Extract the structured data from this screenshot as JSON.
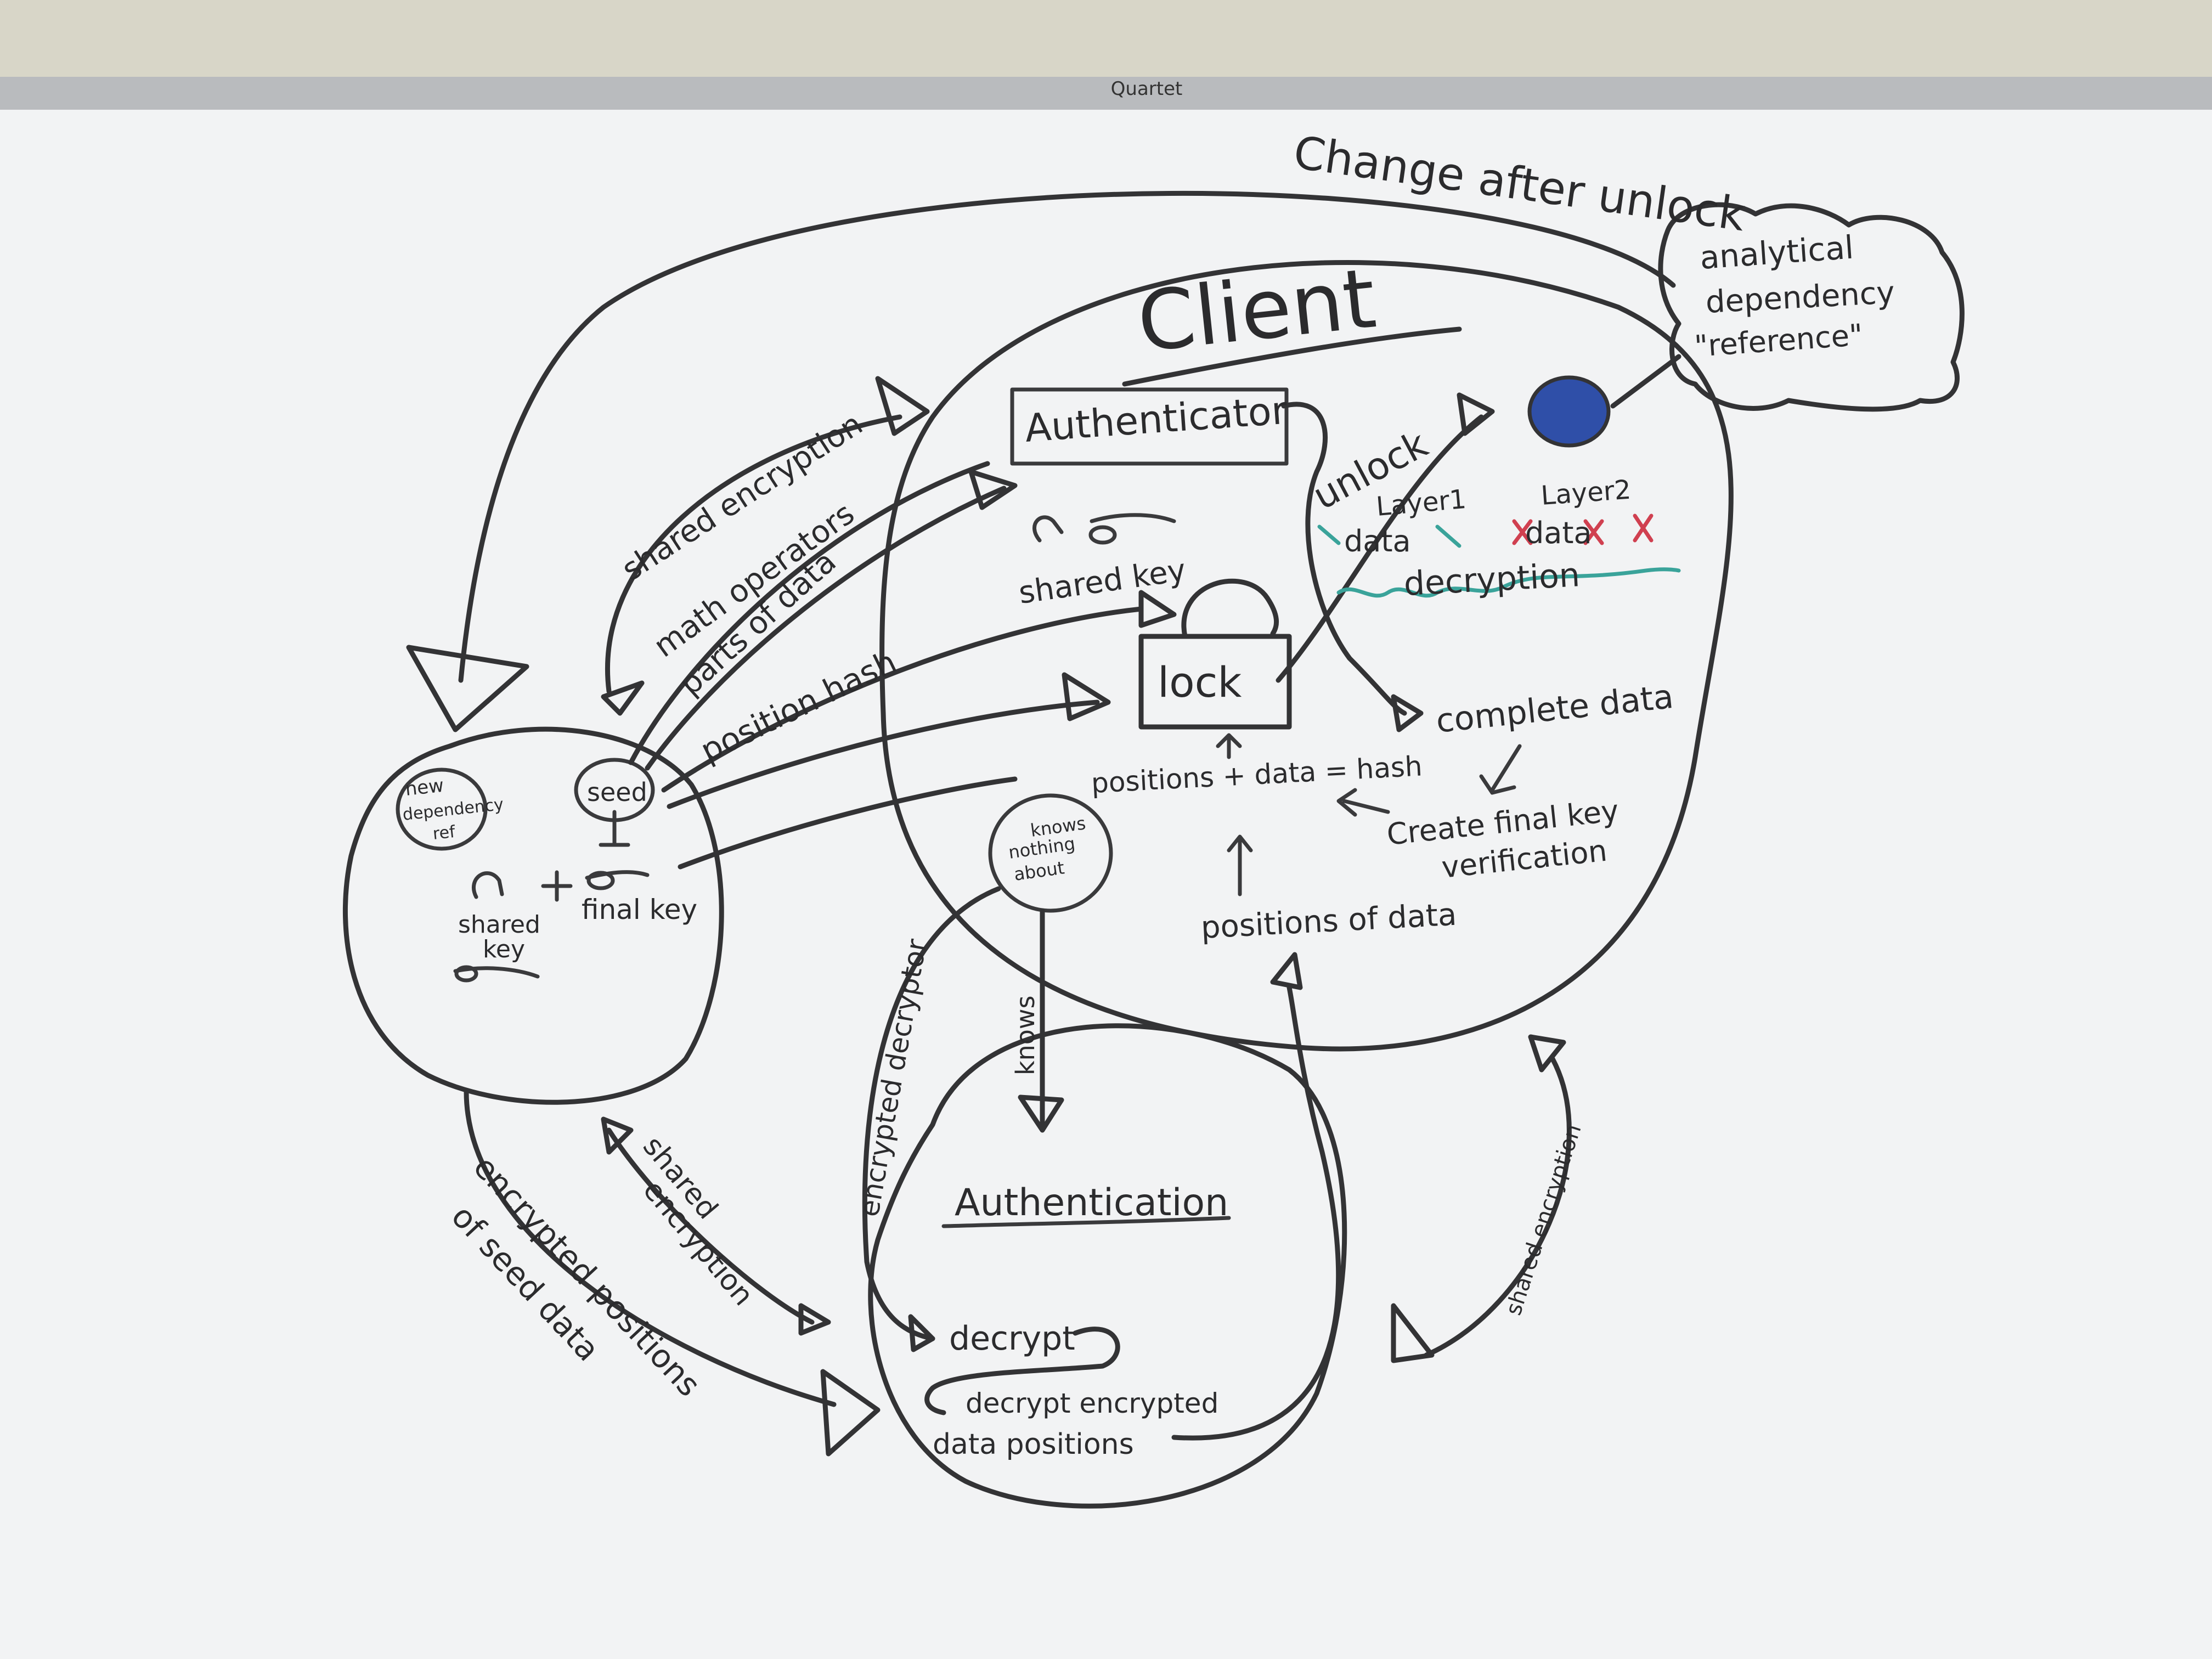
{
  "frame": {
    "brand": "Quartet"
  },
  "colors": {
    "ink": "#333335",
    "teal": "#3aa39a",
    "red": "#d04050",
    "blue": "#2f4fa8",
    "board": "#f4f5f6"
  },
  "diagram": {
    "top_note": "Change after unlock",
    "cloud_note": [
      "analytical",
      "dependency",
      "\"reference\""
    ],
    "client": {
      "title": "Client",
      "authenticator": "Authenticator",
      "shared_key": "shared key",
      "lock": "lock",
      "unlock": "unlock",
      "layer1": "Layer1",
      "layer1_data": "data",
      "layer2": "Layer2",
      "layer2_data": "data",
      "decryption": "decryption",
      "complete_data": "complete data",
      "positions_hash": "positions + data = hash",
      "create_final_key": "Create final key",
      "verification": "verification",
      "positions_of_data": "positions of data",
      "knows_nothing": [
        "knows",
        "nothing",
        "about"
      ]
    },
    "seed_side": {
      "new_dependency": [
        "new",
        "dependency",
        "ref"
      ],
      "seed": "seed",
      "shared_key": [
        "shared",
        "key"
      ],
      "final_key": "final key"
    },
    "edges": {
      "shared_encryption_top": "shared encryption",
      "math_operators": "math operators",
      "parts_of_data": "parts of data",
      "position_hash": "position hash",
      "knows": "knows",
      "encrypted_decryptor": "encrypted decryptor",
      "shared_encryption_left": [
        "shared",
        "encryption"
      ],
      "encrypted_positions": [
        "encrypted positions",
        "of seed data"
      ],
      "shared_encryption_right": "shared encryption"
    },
    "authentication": {
      "title": "Authentication",
      "decrypt": "decrypt",
      "decrypt_encrypted": "decrypt encrypted",
      "data_positions": "data positions"
    }
  }
}
